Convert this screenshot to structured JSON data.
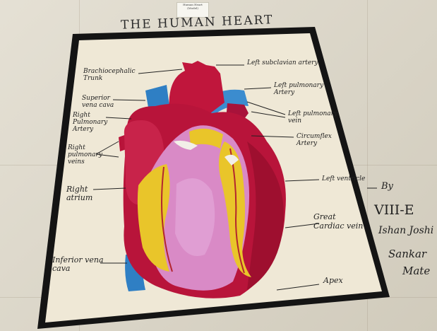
{
  "tag_text": "Human Heart (Model)",
  "title": "THE  HUMAN  HEART",
  "labels": {
    "brachiocephalic": "Brachiocephalic\nTrunk",
    "superior": "Superior\nvena cava",
    "right_pulmonary_artery": "Right\nPulmonary\nArtery",
    "right_pulmonary_veins": "Right\npulmonary\nveins",
    "right_atrium": "Right\natrium",
    "inferior": "Inferior vena\ncava",
    "left_subclavian": "Left subclavian artery",
    "left_pulmonary_artery": "Left pulmonary\nArtery",
    "left_pulmonary_vein": "Left pulmonary\nvein",
    "circumflex": "Circumflex\nArtery",
    "left_ventricle": "Left ventricle",
    "great_cardiac_vein": "Great\nCardiac vein",
    "apex": "Apex"
  },
  "signature": {
    "by": "By",
    "class": "VIII-E",
    "name1": "Ishan Joshi",
    "name2": "Sankar",
    "name3": "Mate"
  },
  "colors": {
    "board_border": "#141414",
    "board_fill": "#efe8d6",
    "heart_red": "#b8143a",
    "heart_crimson": "#9e0f2f",
    "heart_pink": "#d98ac6",
    "vessel_blue": "#2f7fc4",
    "fat_yellow": "#e9c52a"
  }
}
